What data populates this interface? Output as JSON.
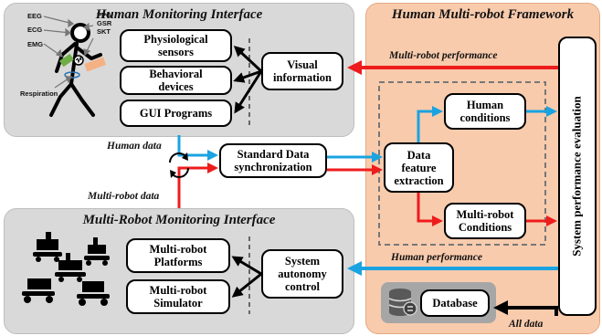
{
  "panels": {
    "human_monitoring": "Human Monitoring Interface",
    "multi_robot_monitoring": "Multi-Robot Monitoring Interface",
    "framework": "Human Multi-robot Framework"
  },
  "sensors": {
    "eeg": "EEG",
    "ecg": "ECG",
    "emg": "EMG",
    "respiration": "Respiration",
    "ppg_gsr_skt": "PPG\nGSR\nSKT"
  },
  "boxes": {
    "physiological": "Physiological\nsensors",
    "behavioral": "Behavioral\ndevices",
    "gui": "GUI Programs",
    "visual": "Visual\ninformation",
    "sync": "Standard Data\nsynchronization",
    "feature": "Data\nfeature\nextraction",
    "human_conditions": "Human\nconditions",
    "robot_conditions": "Multi-robot\nConditions",
    "platforms": "Multi-robot\nPlatforms",
    "simulator": "Multi-robot\nSimulator",
    "autonomy": "System\nautonomy\ncontrol",
    "database": "Database",
    "evaluation": "System performance evaluation"
  },
  "labels": {
    "multi_robot_performance": "Multi-robot performance",
    "human_data": "Human data",
    "multi_robot_data": "Multi-robot data",
    "human_performance": "Human performance",
    "all_data": "All data"
  },
  "colors": {
    "blue_flow": "#1aa3e0",
    "red_flow": "#ee1c1c",
    "black_flow": "#000000",
    "gray_panel": "#d9d9d9",
    "orange_panel": "#f8cbad"
  },
  "icons": [
    "person-icon",
    "robot-fleet-icon",
    "database-icon",
    "sync-cycle-icon"
  ]
}
